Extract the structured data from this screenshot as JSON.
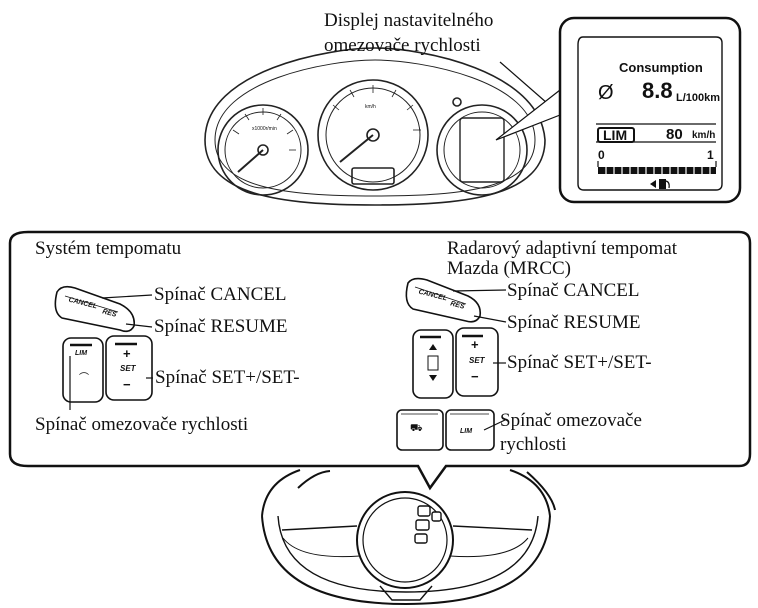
{
  "callouts": {
    "display_line1": "Displej nastavitelného",
    "display_line2": "omezovače rychlosti"
  },
  "display_panel": {
    "title": "Consumption",
    "avg_symbol": "Ø",
    "value": "8.8",
    "value_unit": "L/100km",
    "lim_badge": "LIM",
    "speed": "80",
    "speed_unit": "km/h",
    "scale_min": "0",
    "scale_max": "1"
  },
  "cluster": {
    "tacho_unit": "x1000r/min",
    "speedo_unit": "km/h"
  },
  "cruise_section": {
    "title": "Systém tempomatu",
    "cancel_label": "Spínač CANCEL",
    "resume_label": "Spínač RESUME",
    "set_label": "Spínač SET+/SET-",
    "limiter_label": "Spínač omezovače rychlosti"
  },
  "mrcc_section": {
    "title_line1": "Radarový adaptivní tempomat",
    "title_line2": "Mazda (MRCC)",
    "cancel_label": "Spínač CANCEL",
    "resume_label": "Spínač RESUME",
    "set_label": "Spínač SET+/SET-",
    "limiter_line1": "Spínač omezovače",
    "limiter_line2": "rychlosti"
  },
  "switch_text": {
    "cancel": "CANCEL",
    "res": "RES",
    "lim": "LIM",
    "set": "SET",
    "plus": "+",
    "minus": "−"
  }
}
